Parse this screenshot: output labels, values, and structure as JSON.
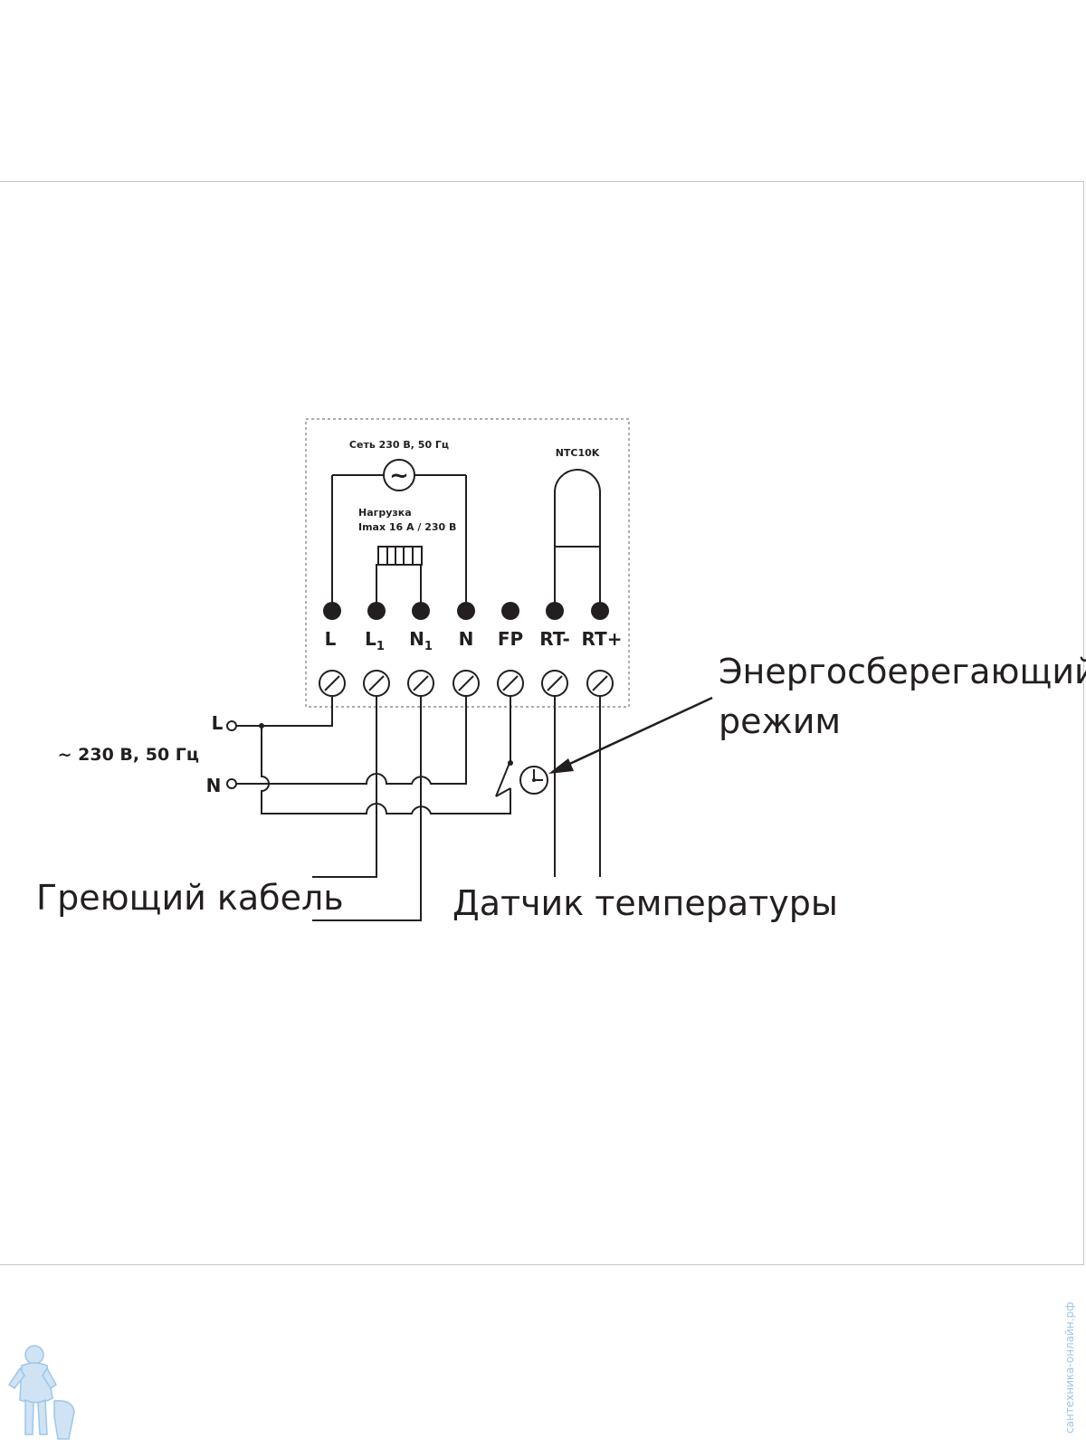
{
  "supply": {
    "label": "Сеть 230 В, 50 Гц",
    "symbol": "~"
  },
  "load": {
    "line1": "Нагрузка",
    "line2": "Imax 16 А / 230 В"
  },
  "sensor_model": "NTC10K",
  "terminals": [
    "L",
    "L",
    "N",
    "N",
    "FP",
    "RT-",
    "RT+"
  ],
  "terminal_subscripts": [
    "",
    "1",
    "1",
    "",
    "",
    "",
    ""
  ],
  "mains": {
    "voltage_label": "~ 230 В, 50 Гц",
    "l_label": "L",
    "n_label": "N"
  },
  "callouts": {
    "energy_line1": "Энергосберегающий",
    "energy_line2": "режим",
    "heating_cable": "Греющий кабель",
    "temp_sensor": "Датчик температуры"
  },
  "watermark": "сантехника-онлайн.рф",
  "colors": {
    "ink": "#231f20",
    "frame": "#c8c8c8",
    "watermark": "#9cc7ea"
  }
}
